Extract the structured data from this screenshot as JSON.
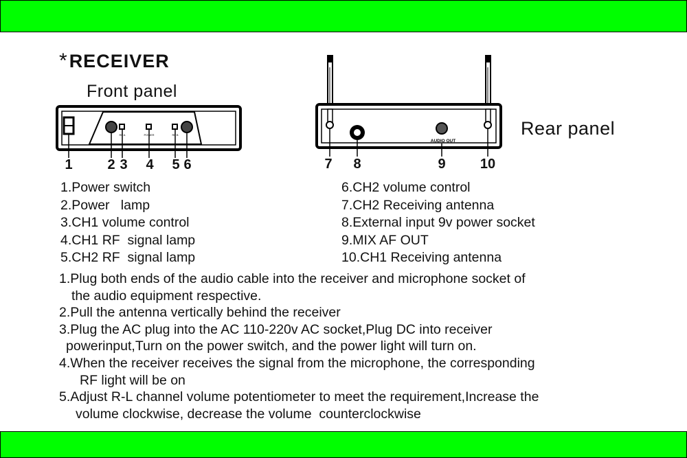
{
  "heading": {
    "star": "*",
    "title": "RECEIVER"
  },
  "front_panel": {
    "title": "Front panel",
    "callouts": [
      "1",
      "2",
      "3",
      "4",
      "5",
      "6"
    ],
    "tiny_labels": {
      "ch1_rf": "RF A",
      "power": "POWER",
      "ch2_rf": "RF B"
    }
  },
  "rear_panel": {
    "title": "Rear panel",
    "callouts": [
      "7",
      "8",
      "9",
      "10"
    ],
    "audio_out_label": "AUDIO OUT"
  },
  "legend_left": [
    "1.Power switch",
    "2.Power   lamp",
    "3.CH1 volume control",
    "4.CH1 RF  signal lamp",
    "5.CH2 RF  signal lamp"
  ],
  "legend_right": [
    "6.CH2 volume control",
    "7.CH2 Receiving antenna",
    "8.External input 9v power socket",
    "9.MIX AF OUT",
    "10.CH1 Receiving antenna"
  ],
  "instructions": [
    "1.Plug both ends of the audio cable into the receiver and microphone socket of",
    "the audio equipment respective.",
    "2.Pull the antenna vertically behind the receiver",
    "3.Plug the AC plug into the AC 110-220v AC socket,Plug DC into receiver",
    "powerinput,Turn on the power switch, and the power light will turn on.",
    "4.When the receiver receives the signal from the microphone, the corresponding",
    "RF light will be on",
    "5.Adjust R-L channel volume potentiometer to meet the requirement,Increase the",
    "volume clockwise, decrease the volume  counterclockwise"
  ]
}
